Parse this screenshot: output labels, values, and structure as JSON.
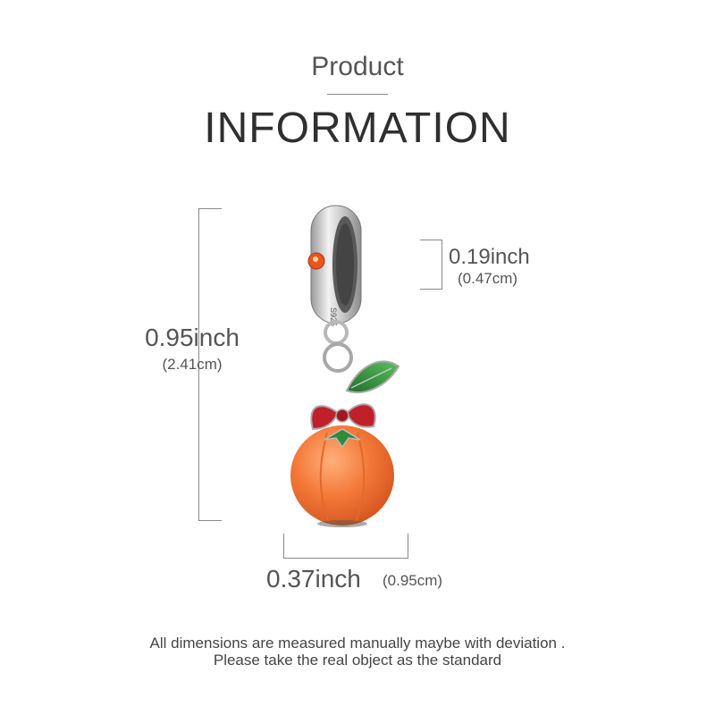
{
  "header": {
    "product": "Product",
    "information": "INFORMATION"
  },
  "dimensions": {
    "height": {
      "inch": "0.95inch",
      "cm": "(2.41cm)"
    },
    "ring": {
      "inch": "0.19inch",
      "cm": "(0.47cm)"
    },
    "width": {
      "inch": "0.37inch",
      "cm": "(0.95cm)"
    }
  },
  "engraving": "S925",
  "note": {
    "line1": "All dimensions are measured manually maybe with deviation .",
    "line2": "Please take the real object as the standard"
  },
  "colors": {
    "fruit": "#f07a3a",
    "leaf": "#2e8b3a",
    "bow": "#c0202a",
    "silver": "#c8c8c8",
    "stone": "#e8561a"
  }
}
